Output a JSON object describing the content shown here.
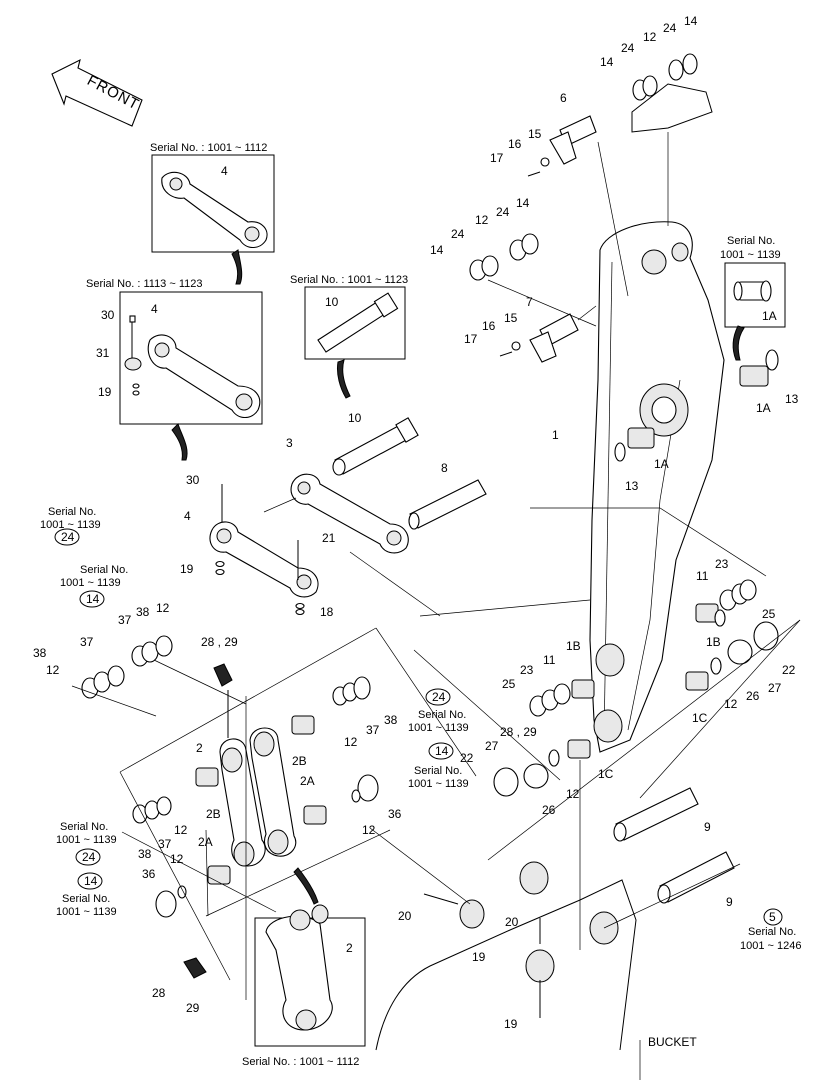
{
  "direction_label": "FRONT",
  "footer_label": "BUCKET",
  "serial_notes": {
    "s1001_1112_top": "Serial No. : 1001 ~ 1112",
    "s1113_1123": "Serial No. : 1113 ~ 1123",
    "s1001_1123": "Serial No. : 1001 ~ 1123",
    "s1001_1139_right_l1": "Serial No.",
    "s1001_1139_right_l2": "1001 ~ 1139",
    "left24_l1": "Serial No.",
    "left24_l2": "1001 ~ 1139",
    "left14_l1": "Serial No.",
    "left14_l2": "1001 ~ 1139",
    "mid24": "Serial No.",
    "mid24_l2": "1001 ~ 1139",
    "mid14": "Serial No.",
    "mid14_l2": "1001 ~ 1139",
    "low_left_l1": "Serial No.",
    "low_left_l2": "1001 ~ 1139",
    "low24_l1": "Serial No.",
    "low24_l2": "1001 ~ 1139",
    "s5_l1": "Serial No.",
    "s5_l2": "1001 ~ 1246",
    "s1001_1112_bottom": "Serial No. : 1001 ~ 1112"
  },
  "circled_refs": {
    "left24": "24",
    "left14": "14",
    "mid24": "24",
    "mid14": "14",
    "low24": "24",
    "low14": "14",
    "five": "5"
  },
  "callouts": {
    "c14_top_r": "14",
    "c12_top": "12",
    "c24_top": "24",
    "c24_top2": "24",
    "c14_top_l": "14",
    "c6": "6",
    "c15_a": "15",
    "c16_a": "16",
    "c17_a": "17",
    "c4_top": "4",
    "c14_b": "14",
    "c24_b": "24",
    "c12_b": "12",
    "c24_b2": "24",
    "c14_b2": "14",
    "c7": "7",
    "c15_b": "15",
    "c16_b": "16",
    "c17_b": "17",
    "c30_a": "30",
    "c4_mid": "4",
    "c31": "31",
    "c19_a": "19",
    "c10_box": "10",
    "c10": "10",
    "c1a_box": "1A",
    "c1a": "1A",
    "c13_a": "13",
    "c1": "1",
    "c1a_b": "1A",
    "c13_b": "13",
    "c3": "3",
    "c8": "8",
    "c30_b": "30",
    "c4_low": "4",
    "c21": "21",
    "c19_b": "19",
    "c18": "18",
    "c38_a": "38",
    "c12_a": "12",
    "c37_a": "37",
    "c38_b": "38",
    "c12_c": "12",
    "c37_b": "37",
    "c23_a": "23",
    "c11_a": "11",
    "c25_a": "25",
    "c1b_a": "1B",
    "c22_a": "22",
    "c12_d": "12",
    "c26_a": "26",
    "c27_a": "27",
    "c1c_a": "1C",
    "c23_b": "23",
    "c11_b": "11",
    "c1b_b": "1B",
    "c25_b": "25",
    "c28_a": "28 , 29",
    "c28_b": "28 , 29",
    "c27_b": "27",
    "c22_b": "22",
    "c26_b": "26",
    "c12_e": "12",
    "c1c_b": "1C",
    "c2": "2",
    "c2b_a": "2B",
    "c2b_b": "2B",
    "c2a_a": "2A",
    "c2a_b": "2A",
    "c38_c": "38",
    "c37_c": "37",
    "c12_f": "12",
    "c12_g": "12",
    "c36_a": "36",
    "c12_h": "12",
    "c36_b": "36",
    "c38_d": "38",
    "c37_d": "37",
    "c12_i": "12",
    "c9_a": "9",
    "c9_b": "9",
    "c20_a": "20",
    "c20_b": "20",
    "c19_c": "19",
    "c19_d": "19",
    "c28_c": "28",
    "c29_c": "29",
    "c2_box": "2"
  }
}
